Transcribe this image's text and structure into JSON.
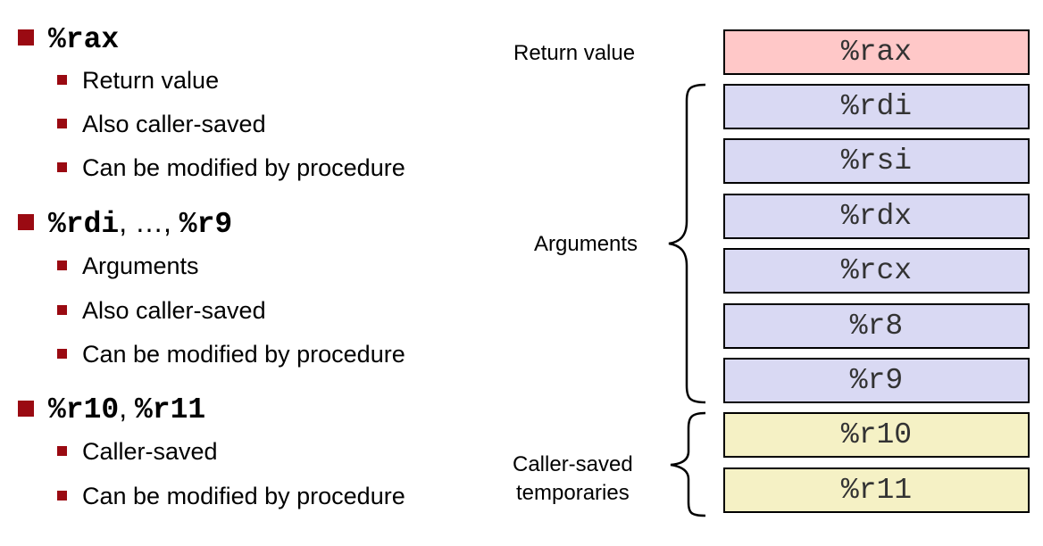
{
  "bullets": [
    {
      "parts": [
        "%rax"
      ],
      "subitems": [
        "Return value",
        "Also caller-saved",
        "Can be modified by procedure"
      ]
    },
    {
      "parts": [
        "%rdi",
        ", …, ",
        "%r9"
      ],
      "subitems": [
        "Arguments",
        "Also caller-saved",
        "Can be modified by procedure"
      ]
    },
    {
      "parts": [
        "%r10",
        ", ",
        "%r11"
      ],
      "subitems": [
        "Caller-saved",
        "Can be modified by procedure"
      ]
    }
  ],
  "registers": [
    {
      "name": "%rax",
      "color": "#ffc8c8"
    },
    {
      "name": "%rdi",
      "color": "#d9d9f3"
    },
    {
      "name": "%rsi",
      "color": "#d9d9f3"
    },
    {
      "name": "%rdx",
      "color": "#d9d9f3"
    },
    {
      "name": "%rcx",
      "color": "#d9d9f3"
    },
    {
      "name": "%r8",
      "color": "#d9d9f3"
    },
    {
      "name": "%r9",
      "color": "#d9d9f3"
    },
    {
      "name": "%r10",
      "color": "#f5f1c5"
    },
    {
      "name": "%r11",
      "color": "#f5f1c5"
    }
  ],
  "labels": {
    "return_value": "Return value",
    "arguments": "Arguments",
    "caller_saved_line1": "Caller-saved",
    "caller_saved_line2": "temporaries"
  },
  "colors": {
    "bullet": "#9a0a12",
    "return_register": "#ffc8c8",
    "argument_register": "#d9d9f3",
    "temporary_register": "#f5f1c5"
  }
}
